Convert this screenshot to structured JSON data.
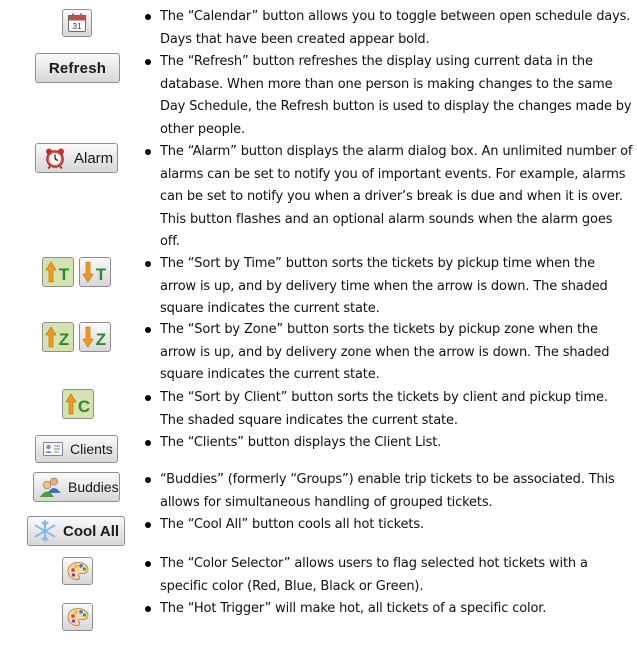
{
  "buttons": {
    "calendar": {
      "day": "31"
    },
    "refresh": {
      "label": "Refresh"
    },
    "alarm": {
      "label": "Alarm"
    },
    "sort_time": {
      "letter": "T"
    },
    "sort_zone": {
      "letter": "Z"
    },
    "sort_client": {
      "letter": "C"
    },
    "clients": {
      "label": "Clients"
    },
    "buddies": {
      "label": "Buddies"
    },
    "cool_all": {
      "label": "Cool All"
    }
  },
  "descriptions": [
    "The “Calendar” button allows you to toggle between open schedule days. Days that have been created appear bold.",
    "The “Refresh” button refreshes the display using current data in the database. When more than one person is making changes to the same Day Schedule, the Refresh button is used to display the changes made by other people.",
    "The “Alarm” button displays the alarm dialog box.  An unlimited number of alarms can be set to notify you of important events.  For example, alarms can be set to notify you when a driver’s break is due and when it is over.  This button flashes and an optional alarm sounds when the alarm goes off.",
    "The “Sort by Time” button sorts the tickets by pickup time when the arrow is up, and by delivery time when the arrow is down. The shaded square indicates the current state.",
    "The “Sort by Zone” button sorts the tickets by pickup zone when the arrow is up, and by delivery zone when the arrow is down.  The shaded square indicates the current state.",
    "The “Sort by Client” button sorts the tickets by client and pickup time. The shaded square indicates the current state.",
    "The “Clients” button displays the Client List.",
    "“Buddies” (formerly “Groups”) enable trip tickets to be associated. This allows for simultaneous handling of grouped tickets.",
    "The “Cool All” button cools all hot tickets.",
    "The “Color Selector” allows users to flag selected hot tickets with a specific color (Red, Blue, Black or Green).",
    "The “Hot Trigger” will make hot, all tickets of a specific color."
  ],
  "colors": {
    "arrow_orange": "#f29a1f",
    "letter_green": "#2c8a2c",
    "shaded_square": "#d4e3b0",
    "icon_border": "#8e8f8f"
  },
  "icons": [
    "calendar-icon",
    "alarm-clock-icon",
    "arrow-up-icon",
    "arrow-down-icon",
    "clients-card-icon",
    "buddies-people-icon",
    "snowflake-icon",
    "color-palette-icon"
  ]
}
